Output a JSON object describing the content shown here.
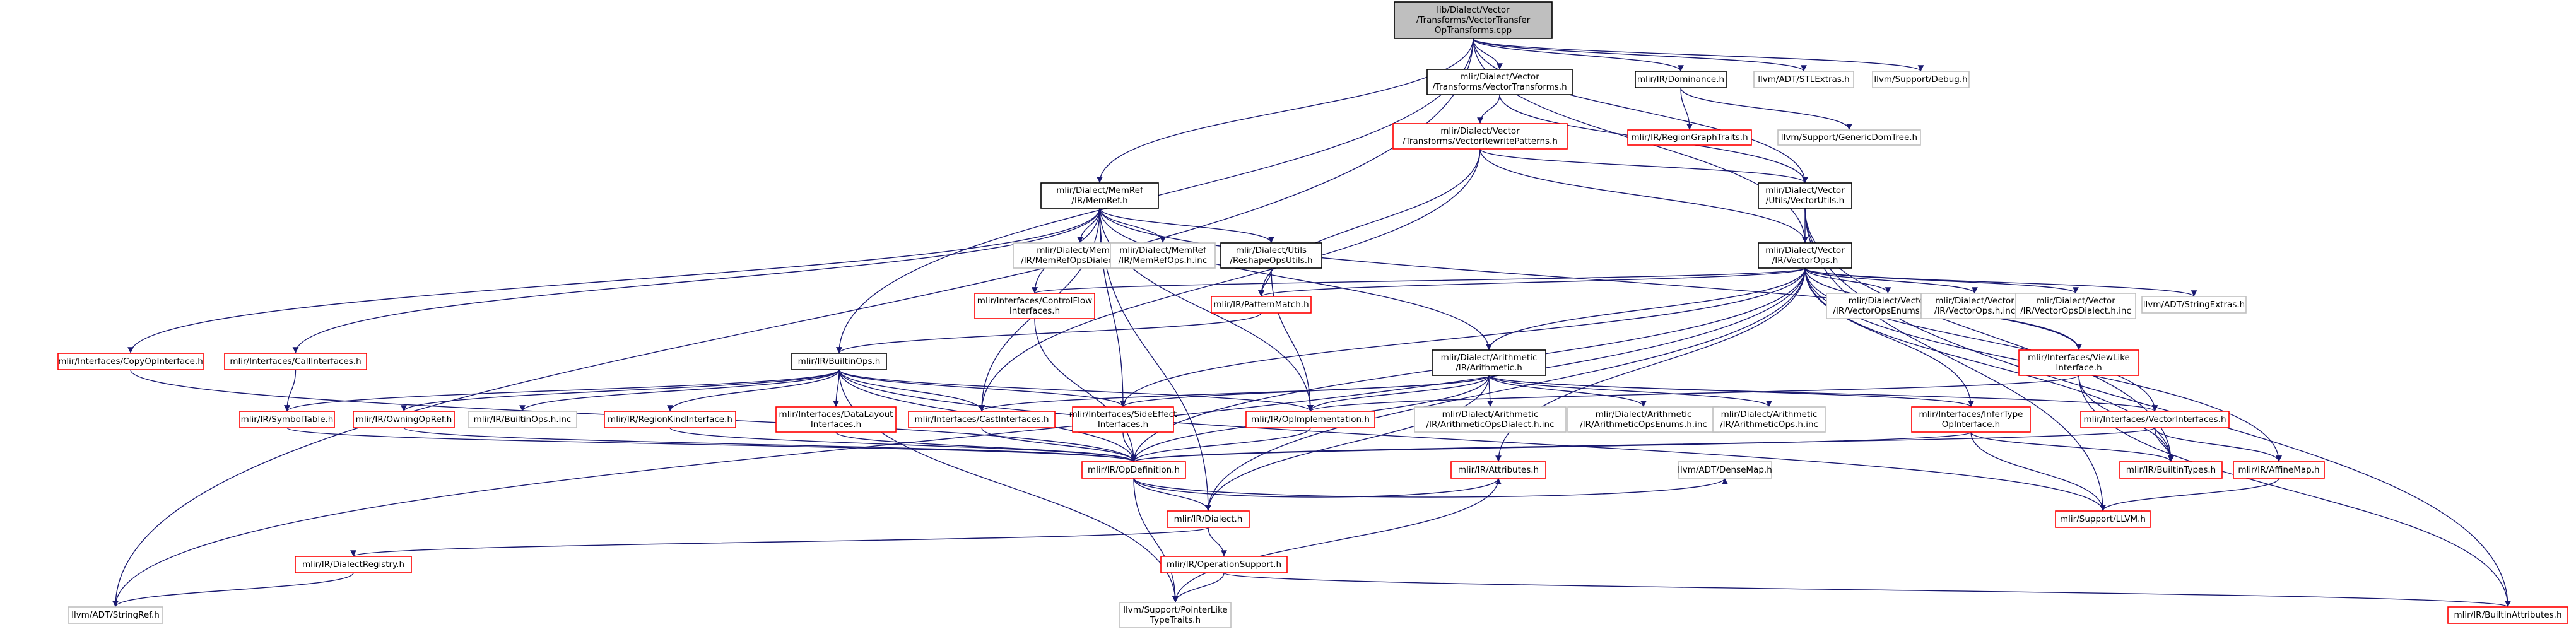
{
  "colors": {
    "edge": "#191970",
    "root_fill": "#bfbfbf",
    "root_border": "#000000",
    "documented_border": "#000000",
    "undocumented_border": "#ff0000",
    "external_border": "#bfbfbf",
    "node_fill": "#ffffff",
    "text": "#000000"
  },
  "nodes": [
    {
      "id": "root",
      "kind": "root",
      "lines": [
        "lib/Dialect/Vector",
        "/Transforms/VectorTransfer",
        "OpTransforms.cpp"
      ]
    },
    {
      "id": "vt",
      "kind": "documented",
      "lines": [
        "mlir/Dialect/Vector",
        "/Transforms/VectorTransforms.h"
      ]
    },
    {
      "id": "dom",
      "kind": "documented",
      "lines": [
        "mlir/IR/Dominance.h"
      ]
    },
    {
      "id": "stlext",
      "kind": "external",
      "lines": [
        "llvm/ADT/STLExtras.h"
      ]
    },
    {
      "id": "debug",
      "kind": "external",
      "lines": [
        "llvm/Support/Debug.h"
      ]
    },
    {
      "id": "vrp",
      "kind": "undocumented",
      "lines": [
        "mlir/Dialect/Vector",
        "/Transforms/VectorRewritePatterns.h"
      ]
    },
    {
      "id": "rgt",
      "kind": "undocumented",
      "lines": [
        "mlir/IR/RegionGraphTraits.h"
      ]
    },
    {
      "id": "gdt",
      "kind": "external",
      "lines": [
        "llvm/Support/GenericDomTree.h"
      ]
    },
    {
      "id": "memref",
      "kind": "documented",
      "lines": [
        "mlir/Dialect/MemRef",
        "/IR/MemRef.h"
      ]
    },
    {
      "id": "vutils",
      "kind": "documented",
      "lines": [
        "mlir/Dialect/Vector",
        "/Utils/VectorUtils.h"
      ]
    },
    {
      "id": "vops",
      "kind": "documented",
      "lines": [
        "mlir/Dialect/Vector",
        "/IR/VectorOps.h"
      ]
    },
    {
      "id": "mrdialinc",
      "kind": "external",
      "lines": [
        "mlir/Dialect/MemRef",
        "/IR/MemRefOpsDialect.h.inc"
      ]
    },
    {
      "id": "mropsinc",
      "kind": "external",
      "lines": [
        "mlir/Dialect/MemRef",
        "/IR/MemRefOps.h.inc"
      ]
    },
    {
      "id": "reshape",
      "kind": "documented",
      "lines": [
        "mlir/Dialect/Utils",
        "/ReshapeOpsUtils.h"
      ]
    },
    {
      "id": "cfi",
      "kind": "undocumented",
      "lines": [
        "mlir/Interfaces/ControlFlow",
        "Interfaces.h"
      ]
    },
    {
      "id": "pm",
      "kind": "undocumented",
      "lines": [
        "mlir/IR/PatternMatch.h"
      ]
    },
    {
      "id": "venuminc",
      "kind": "external",
      "lines": [
        "mlir/Dialect/Vector",
        "/IR/VectorOpsEnums.h.inc"
      ]
    },
    {
      "id": "vopsinc",
      "kind": "external",
      "lines": [
        "mlir/Dialect/Vector",
        "/IR/VectorOps.h.inc"
      ]
    },
    {
      "id": "vdialinc",
      "kind": "external",
      "lines": [
        "mlir/Dialect/Vector",
        "/IR/VectorOpsDialect.h.inc"
      ]
    },
    {
      "id": "strext",
      "kind": "external",
      "lines": [
        "llvm/ADT/StringExtras.h"
      ]
    },
    {
      "id": "copy",
      "kind": "undocumented",
      "lines": [
        "mlir/Interfaces/CopyOpInterface.h"
      ]
    },
    {
      "id": "call",
      "kind": "undocumented",
      "lines": [
        "mlir/Interfaces/CallInterfaces.h"
      ]
    },
    {
      "id": "builtinops",
      "kind": "documented",
      "lines": [
        "mlir/IR/BuiltinOps.h"
      ]
    },
    {
      "id": "arith",
      "kind": "documented",
      "lines": [
        "mlir/Dialect/Arithmetic",
        "/IR/Arithmetic.h"
      ]
    },
    {
      "id": "viewlike",
      "kind": "undocumented",
      "lines": [
        "mlir/Interfaces/ViewLike",
        "Interface.h"
      ]
    },
    {
      "id": "symtab",
      "kind": "undocumented",
      "lines": [
        "mlir/IR/SymbolTable.h"
      ]
    },
    {
      "id": "owning",
      "kind": "undocumented",
      "lines": [
        "mlir/IR/OwningOpRef.h"
      ]
    },
    {
      "id": "bopsinc",
      "kind": "external",
      "lines": [
        "mlir/IR/BuiltinOps.h.inc"
      ]
    },
    {
      "id": "rki",
      "kind": "undocumented",
      "lines": [
        "mlir/IR/RegionKindInterface.h"
      ]
    },
    {
      "id": "dli",
      "kind": "undocumented",
      "lines": [
        "mlir/Interfaces/DataLayout",
        "Interfaces.h"
      ]
    },
    {
      "id": "casti",
      "kind": "undocumented",
      "lines": [
        "mlir/Interfaces/CastInterfaces.h"
      ]
    },
    {
      "id": "sei",
      "kind": "undocumented",
      "lines": [
        "mlir/Interfaces/SideEffect",
        "Interfaces.h"
      ]
    },
    {
      "id": "opimpl",
      "kind": "undocumented",
      "lines": [
        "mlir/IR/OpImplementation.h"
      ]
    },
    {
      "id": "ardialinc",
      "kind": "external",
      "lines": [
        "mlir/Dialect/Arithmetic",
        "/IR/ArithmeticOpsDialect.h.inc"
      ]
    },
    {
      "id": "arenuminc",
      "kind": "external",
      "lines": [
        "mlir/Dialect/Arithmetic",
        "/IR/ArithmeticOpsEnums.h.inc"
      ]
    },
    {
      "id": "aropsinc",
      "kind": "external",
      "lines": [
        "mlir/Dialect/Arithmetic",
        "/IR/ArithmeticOps.h.inc"
      ]
    },
    {
      "id": "infer",
      "kind": "undocumented",
      "lines": [
        "mlir/Interfaces/InferType",
        "OpInterface.h"
      ]
    },
    {
      "id": "vif",
      "kind": "undocumented",
      "lines": [
        "mlir/Interfaces/VectorInterfaces.h"
      ]
    },
    {
      "id": "opdef",
      "kind": "undocumented",
      "lines": [
        "mlir/IR/OpDefinition.h"
      ]
    },
    {
      "id": "attrs",
      "kind": "undocumented",
      "lines": [
        "mlir/IR/Attributes.h"
      ]
    },
    {
      "id": "densemap",
      "kind": "external",
      "lines": [
        "llvm/ADT/DenseMap.h"
      ]
    },
    {
      "id": "btypes",
      "kind": "undocumented",
      "lines": [
        "mlir/IR/BuiltinTypes.h"
      ]
    },
    {
      "id": "affine",
      "kind": "undocumented",
      "lines": [
        "mlir/IR/AffineMap.h"
      ]
    },
    {
      "id": "dialect",
      "kind": "undocumented",
      "lines": [
        "mlir/IR/Dialect.h"
      ]
    },
    {
      "id": "llvmh",
      "kind": "undocumented",
      "lines": [
        "mlir/Support/LLVM.h"
      ]
    },
    {
      "id": "dreg",
      "kind": "undocumented",
      "lines": [
        "mlir/IR/DialectRegistry.h"
      ]
    },
    {
      "id": "opsup",
      "kind": "undocumented",
      "lines": [
        "mlir/IR/OperationSupport.h"
      ]
    },
    {
      "id": "strref",
      "kind": "external",
      "lines": [
        "llvm/ADT/StringRef.h"
      ]
    },
    {
      "id": "ptrlike",
      "kind": "external",
      "lines": [
        "llvm/Support/PointerLike",
        "TypeTraits.h"
      ]
    },
    {
      "id": "battrs",
      "kind": "undocumented",
      "lines": [
        "mlir/IR/BuiltinAttributes.h"
      ]
    }
  ],
  "edges": [
    [
      "root",
      "vt"
    ],
    [
      "root",
      "dom"
    ],
    [
      "root",
      "stlext"
    ],
    [
      "root",
      "debug"
    ],
    [
      "root",
      "vutils"
    ],
    [
      "root",
      "vops"
    ],
    [
      "root",
      "builtinops"
    ],
    [
      "root",
      "strref"
    ],
    [
      "root",
      "memref"
    ],
    [
      "vt",
      "vrp"
    ],
    [
      "vt",
      "vutils"
    ],
    [
      "dom",
      "rgt"
    ],
    [
      "dom",
      "gdt"
    ],
    [
      "vrp",
      "vops"
    ],
    [
      "vrp",
      "pm"
    ],
    [
      "vrp",
      "vutils"
    ],
    [
      "vrp",
      "casti"
    ],
    [
      "vutils",
      "vops"
    ],
    [
      "vutils",
      "battrs"
    ],
    [
      "vutils",
      "llvmh"
    ],
    [
      "vutils",
      "btypes"
    ],
    [
      "memref",
      "mrdialinc"
    ],
    [
      "memref",
      "mropsinc"
    ],
    [
      "memref",
      "reshape"
    ],
    [
      "memref",
      "cfi"
    ],
    [
      "memref",
      "copy"
    ],
    [
      "memref",
      "call"
    ],
    [
      "memref",
      "arith"
    ],
    [
      "memref",
      "viewlike"
    ],
    [
      "memref",
      "casti"
    ],
    [
      "memref",
      "sei"
    ],
    [
      "memref",
      "dialect"
    ],
    [
      "memref",
      "opimpl"
    ],
    [
      "reshape",
      "pm"
    ],
    [
      "reshape",
      "opimpl"
    ],
    [
      "vops",
      "venuminc"
    ],
    [
      "vops",
      "vopsinc"
    ],
    [
      "vops",
      "vdialinc"
    ],
    [
      "vops",
      "strext"
    ],
    [
      "vops",
      "cfi"
    ],
    [
      "vops",
      "pm"
    ],
    [
      "vops",
      "viewlike"
    ],
    [
      "vops",
      "vif"
    ],
    [
      "vops",
      "infer"
    ],
    [
      "vops",
      "arith"
    ],
    [
      "vops",
      "sei"
    ],
    [
      "vops",
      "btypes"
    ],
    [
      "vops",
      "affine"
    ],
    [
      "vops",
      "dialect"
    ],
    [
      "vops",
      "attrs"
    ],
    [
      "vops",
      "opdef"
    ],
    [
      "vops",
      "strref"
    ],
    [
      "cfi",
      "opdef"
    ],
    [
      "pm",
      "builtinops"
    ],
    [
      "copy",
      "opdef"
    ],
    [
      "call",
      "symtab"
    ],
    [
      "builtinops",
      "symtab"
    ],
    [
      "builtinops",
      "owning"
    ],
    [
      "builtinops",
      "bopsinc"
    ],
    [
      "builtinops",
      "rki"
    ],
    [
      "builtinops",
      "dli"
    ],
    [
      "builtinops",
      "casti"
    ],
    [
      "builtinops",
      "sei"
    ],
    [
      "builtinops",
      "opdef"
    ],
    [
      "builtinops",
      "llvmh"
    ],
    [
      "builtinops",
      "ptrlike"
    ],
    [
      "builtinops",
      "opimpl"
    ],
    [
      "arith",
      "ardialinc"
    ],
    [
      "arith",
      "arenuminc"
    ],
    [
      "arith",
      "aropsinc"
    ],
    [
      "arith",
      "infer"
    ],
    [
      "arith",
      "vif"
    ],
    [
      "arith",
      "casti"
    ],
    [
      "arith",
      "sei"
    ],
    [
      "arith",
      "opimpl"
    ],
    [
      "arith",
      "opdef"
    ],
    [
      "arith",
      "dialect"
    ],
    [
      "viewlike",
      "opimpl"
    ],
    [
      "viewlike",
      "btypes"
    ],
    [
      "viewlike",
      "battrs"
    ],
    [
      "symtab",
      "opdef"
    ],
    [
      "owning",
      "opdef"
    ],
    [
      "rki",
      "opdef"
    ],
    [
      "dli",
      "opdef"
    ],
    [
      "casti",
      "opdef"
    ],
    [
      "sei",
      "opdef"
    ],
    [
      "opimpl",
      "opdef"
    ],
    [
      "infer",
      "btypes"
    ],
    [
      "infer",
      "llvmh"
    ],
    [
      "infer",
      "opdef"
    ],
    [
      "vif",
      "btypes"
    ],
    [
      "vif",
      "affine"
    ],
    [
      "vif",
      "opdef"
    ],
    [
      "opdef",
      "dialect"
    ],
    [
      "opdef",
      "ptrlike"
    ],
    [
      "opdef",
      "attrs"
    ],
    [
      "opdef",
      "densemap"
    ],
    [
      "attrs",
      "ptrlike"
    ],
    [
      "affine",
      "llvmh"
    ],
    [
      "dialect",
      "dreg"
    ],
    [
      "dialect",
      "opsup"
    ],
    [
      "dreg",
      "strref"
    ],
    [
      "opsup",
      "ptrlike"
    ],
    [
      "opsup",
      "battrs"
    ]
  ]
}
